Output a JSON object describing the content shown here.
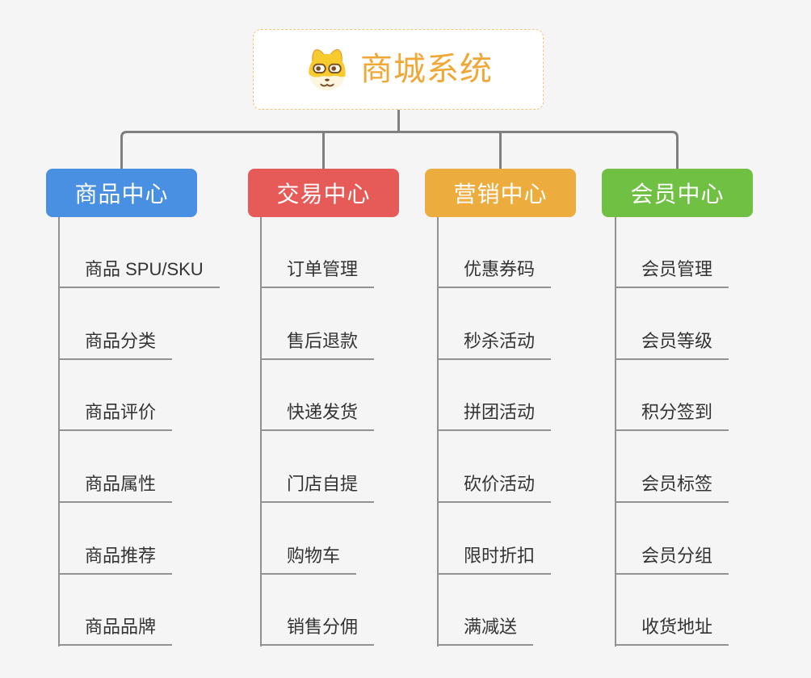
{
  "app": {
    "background": "#F5F5F5",
    "connector_color": "#7F7F7F",
    "branch_line_color": "#929292",
    "leaf_text_color": "#333333"
  },
  "root": {
    "label": "商城系统",
    "icon": "dog-face-icon",
    "text_color": "#F0A735",
    "border_color": "#F2C47E"
  },
  "branches": [
    {
      "label": "商品中心",
      "color": "#4A90E2",
      "items": [
        "商品 SPU/SKU",
        "商品分类",
        "商品评价",
        "商品属性",
        "商品推荐",
        "商品品牌"
      ]
    },
    {
      "label": "交易中心",
      "color": "#E65A57",
      "items": [
        "订单管理",
        "售后退款",
        "快递发货",
        "门店自提",
        "购物车",
        "销售分佣"
      ]
    },
    {
      "label": "营销中心",
      "color": "#ECAD3E",
      "items": [
        "优惠券码",
        "秒杀活动",
        "拼团活动",
        "砍价活动",
        "限时折扣",
        "满减送"
      ]
    },
    {
      "label": "会员中心",
      "color": "#70C044",
      "items": [
        "会员管理",
        "会员等级",
        "积分签到",
        "会员标签",
        "会员分组",
        "收货地址"
      ]
    }
  ]
}
